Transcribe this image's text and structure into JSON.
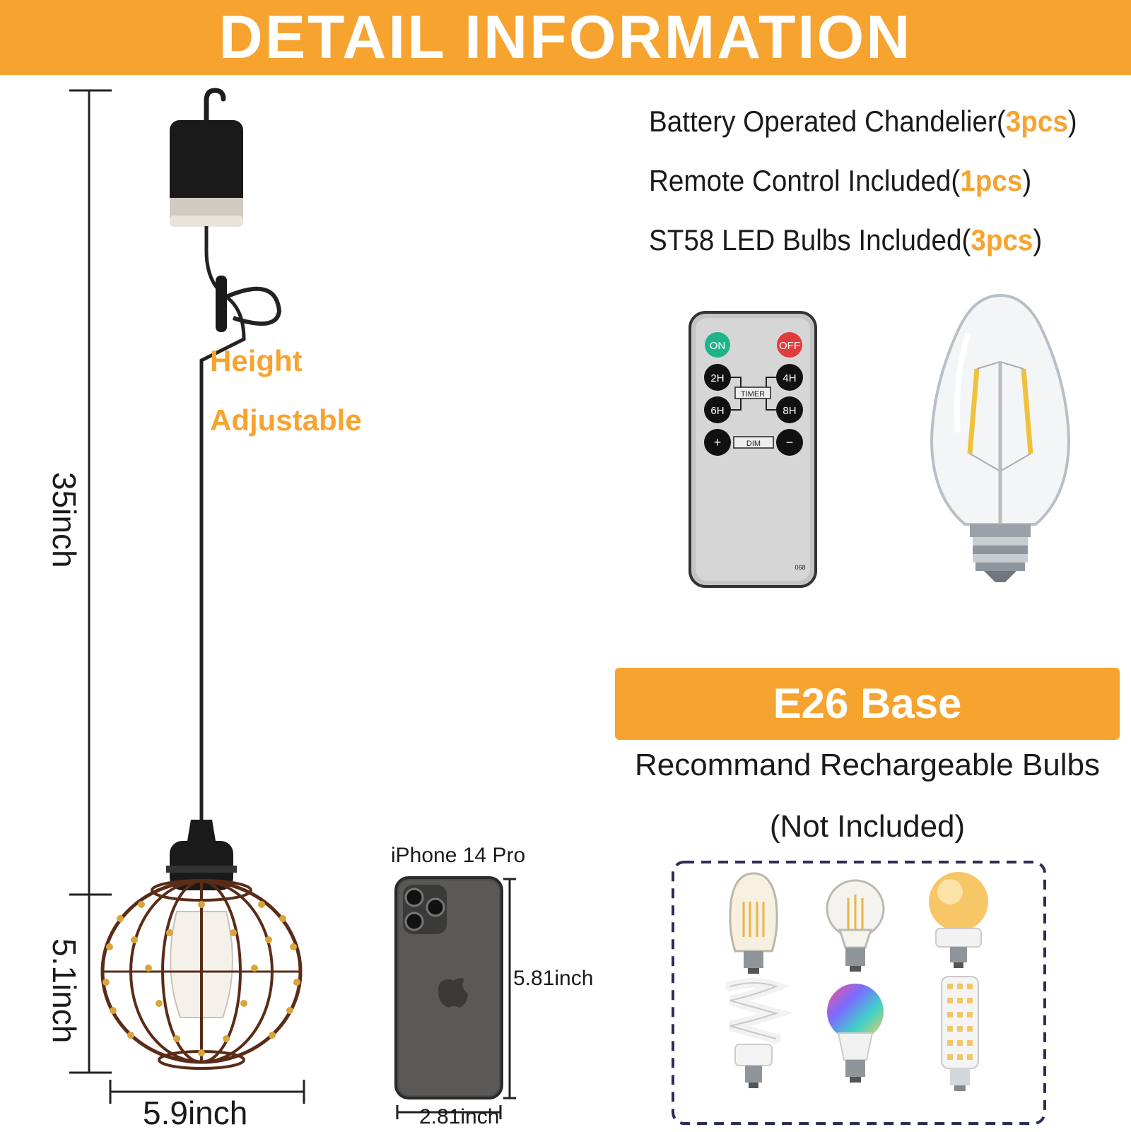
{
  "banner": {
    "title": "DETAIL INFORMATION"
  },
  "features": [
    {
      "text": "Battery Operated Chandelier(",
      "qty": "3pcs",
      "close": ")"
    },
    {
      "text": "Remote Control Included(",
      "qty": "1pcs",
      "close": ")"
    },
    {
      "text": "ST58 LED Bulbs Included(",
      "qty": "3pcs",
      "close": ")"
    }
  ],
  "lamp": {
    "height_label": "Height",
    "adjustable_label": "Adjustable",
    "total_height": "35inch",
    "cage_height": "5.1inch",
    "cage_width": "5.9inch"
  },
  "phone": {
    "model": "iPhone 14 Pro",
    "height": "5.81inch",
    "width": "2.81inch"
  },
  "remote": {
    "on": "ON",
    "off": "OFF",
    "t2": "2H",
    "t4": "4H",
    "t6": "6H",
    "t8": "8H",
    "timer": "TIMER",
    "dim": "DIM",
    "model": "068",
    "plus": "+",
    "minus": "−"
  },
  "base": {
    "title": "E26 Base",
    "recommend": "Recommand Rechargeable  Bulbs",
    "note": "(Not Included)"
  },
  "colors": {
    "accent": "#f7a330",
    "text": "#1a1a1a"
  }
}
